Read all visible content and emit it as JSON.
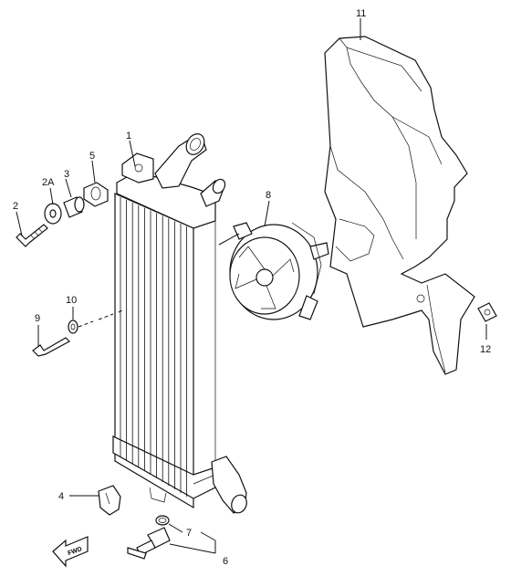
{
  "parts": {
    "radiator": {
      "callout": "1"
    },
    "bolt": {
      "callout": "2"
    },
    "washer": {
      "callout": "2A"
    },
    "collar": {
      "callout": "3"
    },
    "clamp": {
      "callout": "4"
    },
    "cushion": {
      "callout": "5"
    },
    "drain_plug": {
      "callout": "6"
    },
    "gasket": {
      "callout": "7"
    },
    "cooling_fan": {
      "callout": "8"
    },
    "screw": {
      "callout": "9"
    },
    "washer_small": {
      "callout": "10"
    },
    "cover": {
      "callout": "11"
    },
    "clip": {
      "callout": "12"
    }
  },
  "fwd_arrow": {
    "label": "FWD"
  }
}
